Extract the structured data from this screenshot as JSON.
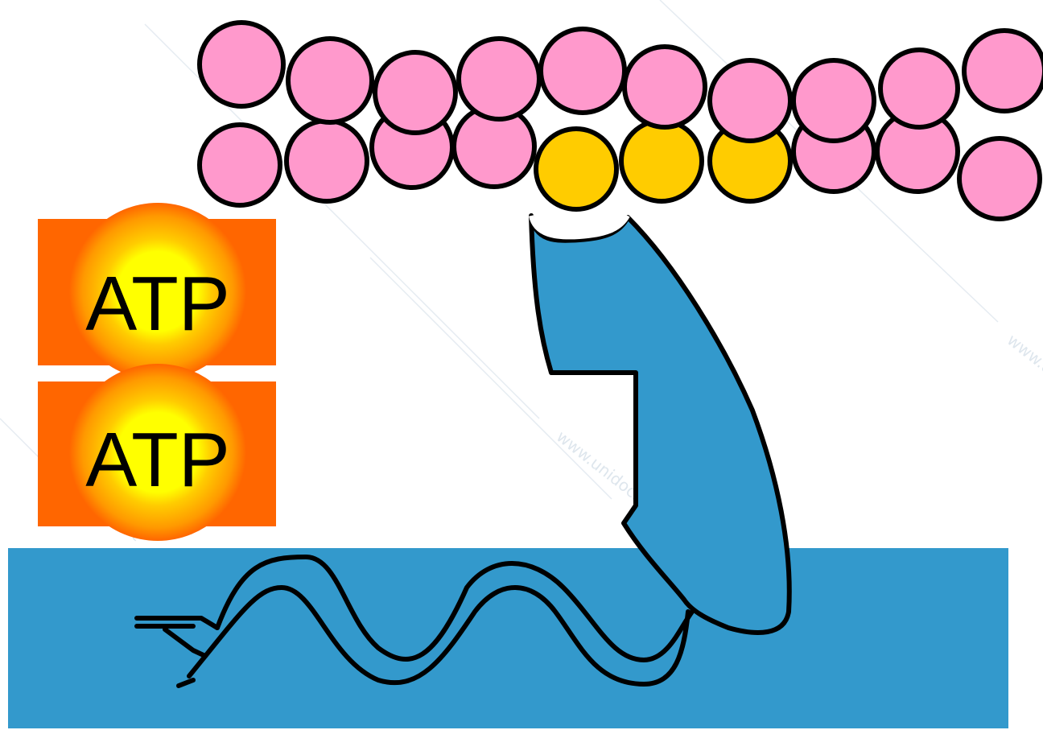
{
  "atp_boxes": [
    {
      "label": "ATP"
    },
    {
      "label": "ATP"
    }
  ],
  "watermark": {
    "text": "www.unidocs.it"
  },
  "colors": {
    "actin_pink": "#ff99cc",
    "actin_binding_gold": "#ffcc00",
    "myosin_blue": "#3399cc",
    "atp_outer": "#ff6600",
    "atp_mid": "#ff9900",
    "atp_glow": "#ffcc00",
    "atp_core": "#ffff00",
    "outline": "#000000"
  }
}
